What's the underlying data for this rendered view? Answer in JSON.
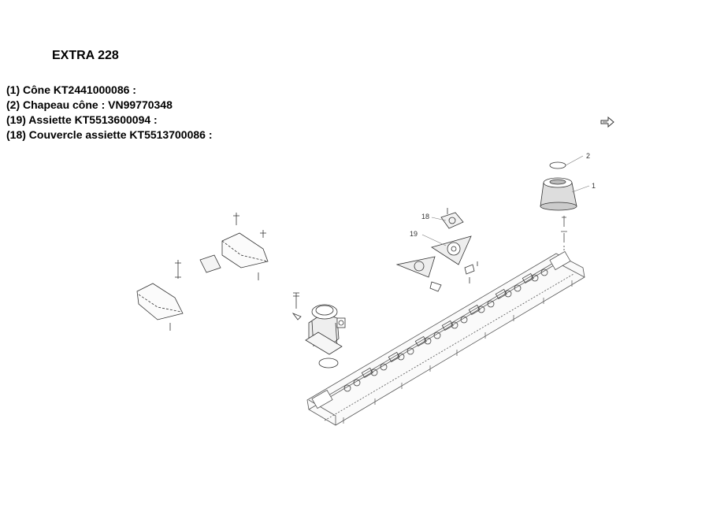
{
  "title": "EXTRA 228",
  "parts": [
    {
      "text": "(1) Cône KT2441000086 :"
    },
    {
      "text": "(2) Chapeau cône : VN99770348"
    },
    {
      "text": "(19) Assiette KT5513600094 :"
    },
    {
      "text": "(18) Couvercle assiette KT5513700086 :"
    }
  ],
  "callouts": {
    "c1": "1",
    "c2": "2",
    "c18": "18",
    "c19": "19"
  },
  "icons": {
    "nav": "arrow-right-icon"
  }
}
